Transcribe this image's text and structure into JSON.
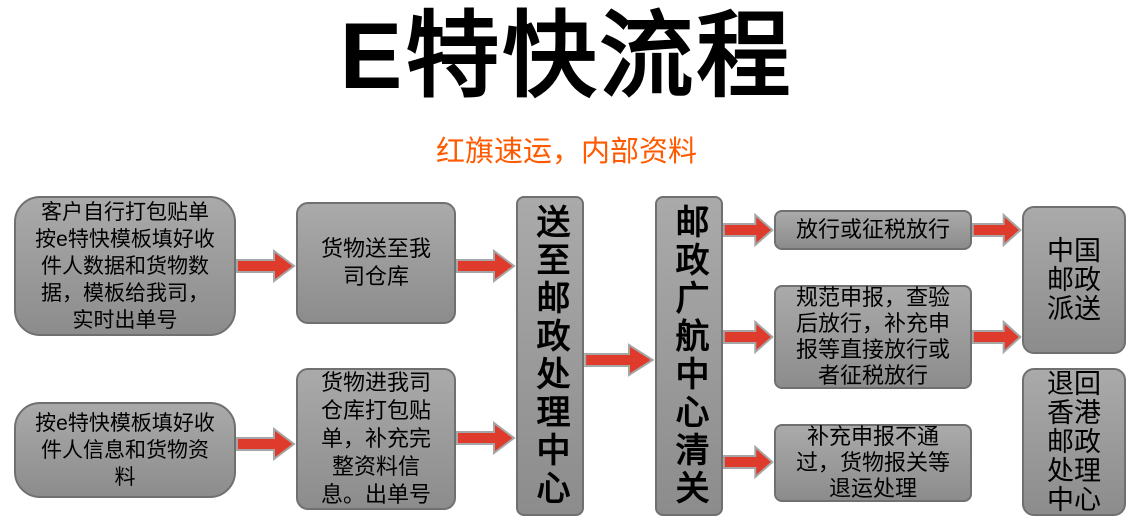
{
  "header": {
    "title": "E特快流程",
    "subtitle": "红旗速运，内部资料"
  },
  "colors": {
    "title_color": "#000000",
    "subtitle_color": "#ff5a00",
    "box_fill": "#9c9c9c",
    "box_border": "#707070",
    "arrow_fill": "#df3b2c",
    "arrow_border": "#a6a6a6"
  },
  "flowchart": {
    "boxes": {
      "pack_self": "客户自行打包贴单按e特快模板填好收件人数据和货物数据，模板给我司，实时出单号",
      "fill_template": "按e特快模板填好收件人信息和货物资料",
      "deliver_warehouse": "货物送至我司仓库",
      "warehouse_pack": "货物进我司仓库打包贴单，补充完整资料信息。出单号",
      "postal_center": "送至邮政处理中心",
      "customs_center": "邮政广航中心清关",
      "release": "放行或征税放行",
      "declare_release": "规范申报，查验后放行，补充申报等直接放行或者征税放行",
      "declare_fail": "补充申报不通过，货物报关等退运处理",
      "china_post": "中国邮政派送",
      "return_hk": "退回香港邮政处理中心"
    },
    "connections": [
      {
        "from": "pack_self",
        "to": "deliver_warehouse"
      },
      {
        "from": "fill_template",
        "to": "warehouse_pack"
      },
      {
        "from": "deliver_warehouse",
        "to": "postal_center"
      },
      {
        "from": "warehouse_pack",
        "to": "postal_center"
      },
      {
        "from": "postal_center",
        "to": "customs_center"
      },
      {
        "from": "customs_center",
        "to": "release"
      },
      {
        "from": "customs_center",
        "to": "declare_release"
      },
      {
        "from": "customs_center",
        "to": "declare_fail"
      },
      {
        "from": "release",
        "to": "china_post"
      },
      {
        "from": "declare_release",
        "to": "china_post"
      }
    ]
  }
}
